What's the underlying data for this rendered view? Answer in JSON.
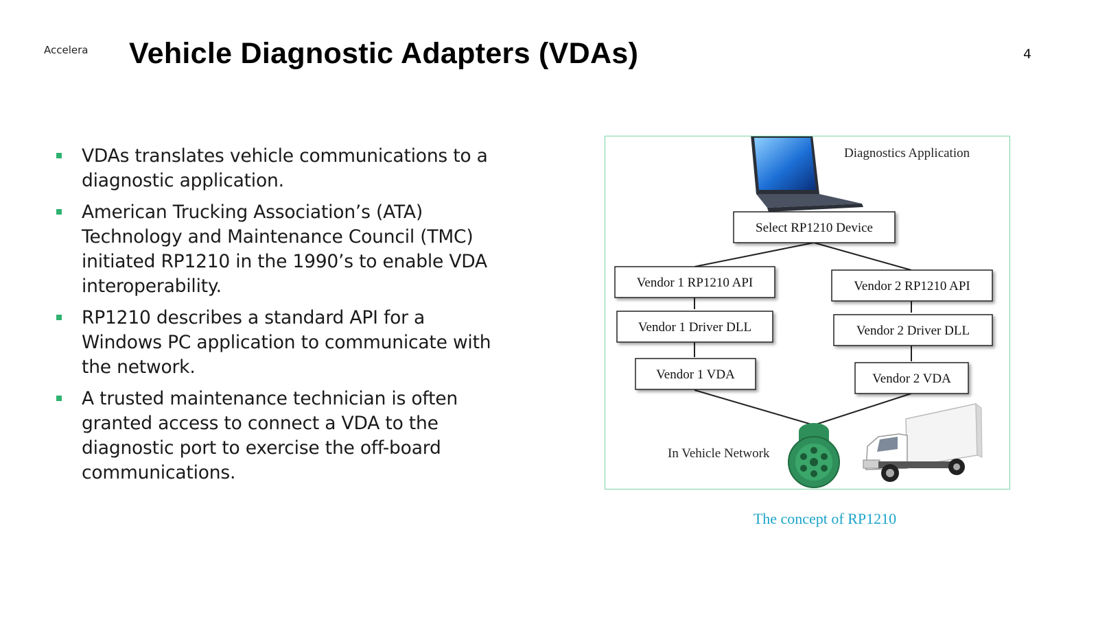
{
  "header": {
    "brand": "Accelera",
    "title": "Vehicle Diagnostic Adapters (VDAs)",
    "page_number": "4"
  },
  "bullets": [
    "VDAs translates vehicle communications to a diagnostic application.",
    "American Trucking Association’s (ATA) Technology and Maintenance Council (TMC) initiated RP1210 in the 1990’s to enable VDA interoperability.",
    "RP1210 describes a standard API for a Windows PC application to communicate with the network.",
    "A trusted maintenance technician is often granted access to connect a VDA to the diagnostic port to exercise the off-board communications."
  ],
  "diagram": {
    "app_label": "Diagnostics Application",
    "select_device": "Select RP1210 Device",
    "vendor1": {
      "api": "Vendor 1 RP1210 API",
      "dll": "Vendor 1 Driver DLL",
      "vda": "Vendor 1 VDA"
    },
    "vendor2": {
      "api": "Vendor 2 RP1210 API",
      "dll": "Vendor 2 Driver DLL",
      "vda": "Vendor 2 VDA"
    },
    "network_label": "In Vehicle Network",
    "icons": [
      "laptop-icon",
      "diagnostic-connector-icon",
      "truck-icon"
    ],
    "connector_color": "#2f8f5a"
  },
  "caption": "The concept of RP1210",
  "colors": {
    "bullet_marker": "#2fb36f",
    "figure_border": "#7ed3a6",
    "caption": "#1aa3c9"
  }
}
